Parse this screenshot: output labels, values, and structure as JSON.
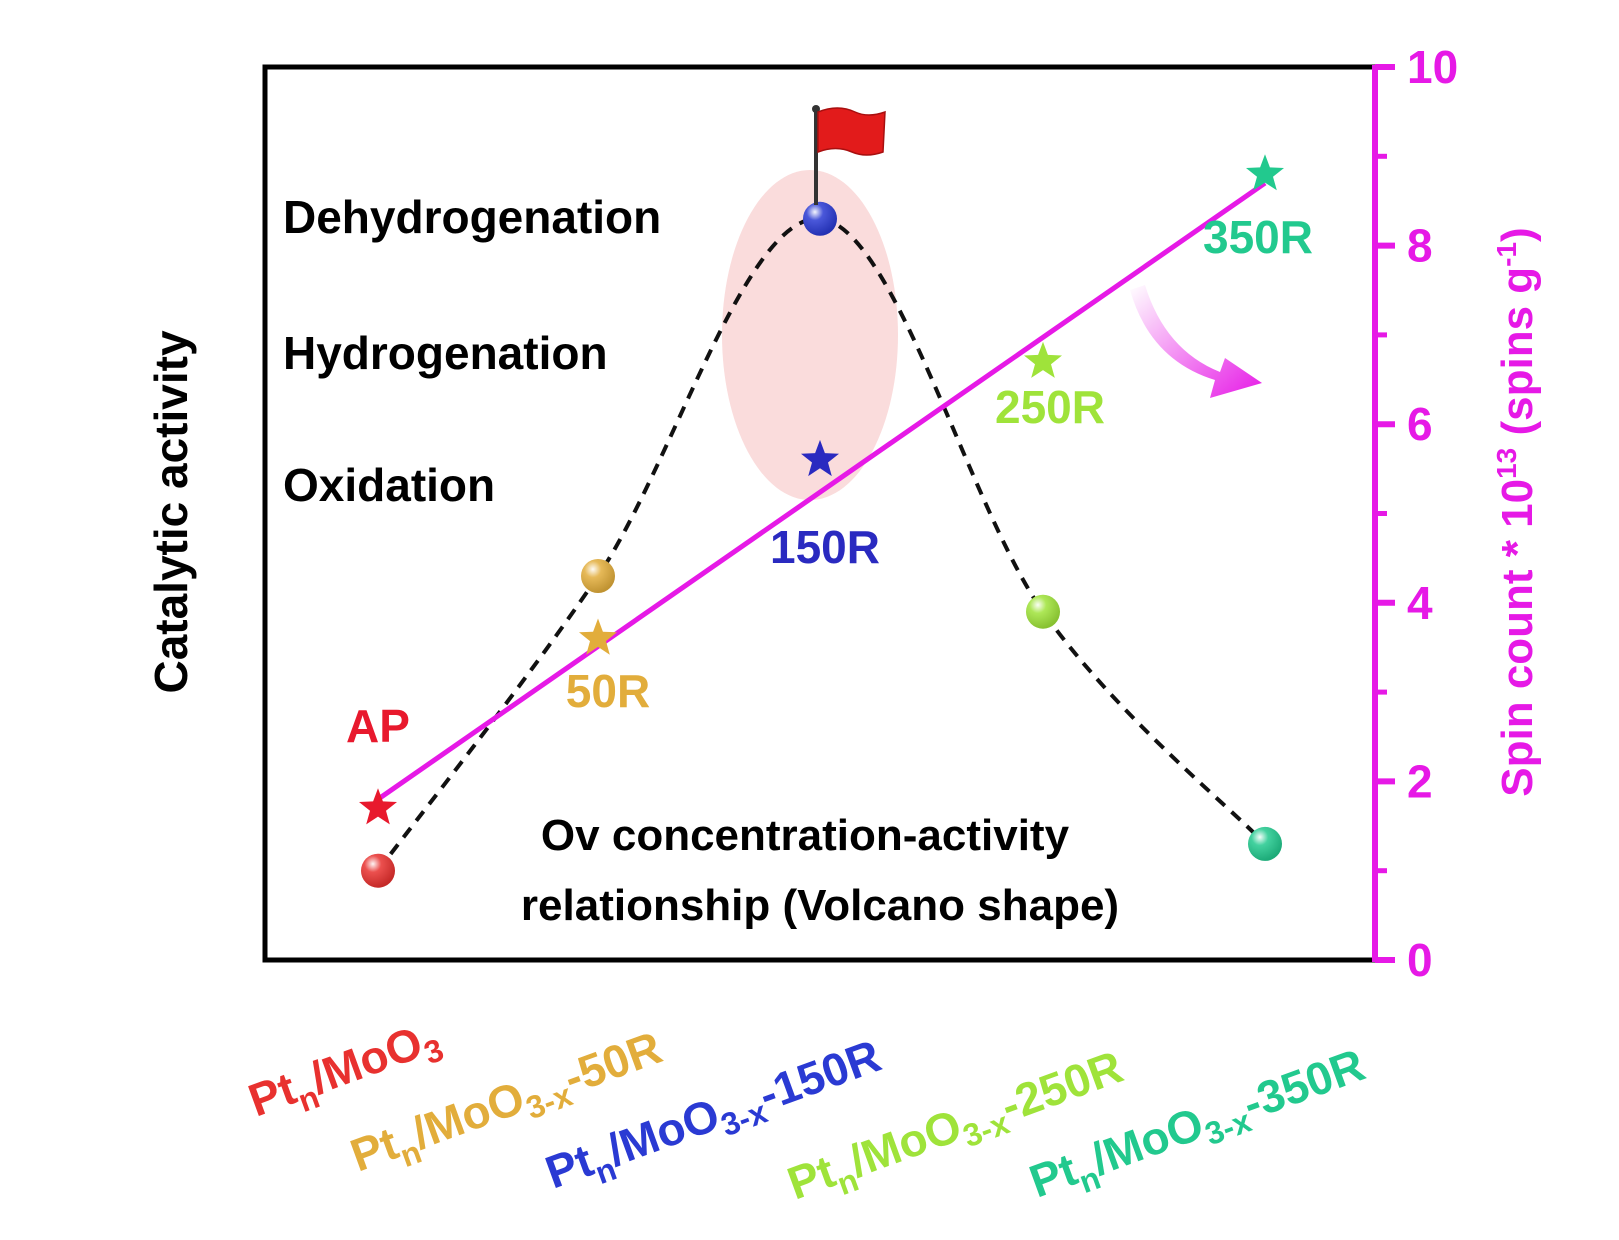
{
  "chart_data": {
    "type": "scatter",
    "ylabel_left": "Catalytic activity",
    "ylabel_right": {
      "base": "Spin count * 10",
      "exp": "13",
      "unit_open": " (spins g",
      "unit_exp": "-1",
      "unit_close": ")"
    },
    "right_axis": {
      "ylim": [
        0,
        10
      ],
      "ticks": [
        "0",
        "2",
        "4",
        "6",
        "8",
        "10"
      ],
      "color": "#e619e6"
    },
    "reactions": [
      "Dehydrogenation",
      "Hydrogenation",
      "Oxidation"
    ],
    "annotation": [
      "Ov concentration-activity",
      "relationship (Volcano shape)"
    ],
    "samples": [
      {
        "label": {
          "base": "Pt",
          "sub1": "n",
          "mid": "/MoO",
          "sub2": "3",
          "suffix": ""
        },
        "short": "AP",
        "color": "#e8312f",
        "star_color": "#e8192d",
        "spin": 1.7,
        "activity": 1.0
      },
      {
        "label": {
          "base": "Pt",
          "sub1": "n",
          "mid": "/MoO",
          "sub2": "3-x",
          "suffix": "-50R"
        },
        "short": "50R",
        "color": "#e2ad3b",
        "star_color": "#e2ad3b",
        "spin": 3.6,
        "activity": 4.3
      },
      {
        "label": {
          "base": "Pt",
          "sub1": "n",
          "mid": "/MoO",
          "sub2": "3-x",
          "suffix": "-150R"
        },
        "short": "150R",
        "color": "#2a3ad3",
        "star_color": "#2a2ac0",
        "spin": 5.6,
        "activity": 8.3
      },
      {
        "label": {
          "base": "Pt",
          "sub1": "n",
          "mid": "/MoO",
          "sub2": "3-x",
          "suffix": "-250R"
        },
        "short": "250R",
        "color": "#9fe33a",
        "star_color": "#9fe33a",
        "spin": 6.7,
        "activity": 3.9
      },
      {
        "label": {
          "base": "Pt",
          "sub1": "n",
          "mid": "/MoO",
          "sub2": "3-x",
          "suffix": "-350R"
        },
        "short": "350R",
        "color": "#22c98e",
        "star_color": "#22c98e",
        "spin": 8.8,
        "activity": 1.3
      }
    ],
    "trend_line": {
      "from_spin": 1.8,
      "to_spin": 8.7,
      "color": "#e619e6"
    },
    "volcano_curve": {
      "style": "dashed",
      "color": "#111111"
    },
    "highlight": {
      "color": "#fadcdc",
      "flag_color": "#e21b1b"
    }
  }
}
